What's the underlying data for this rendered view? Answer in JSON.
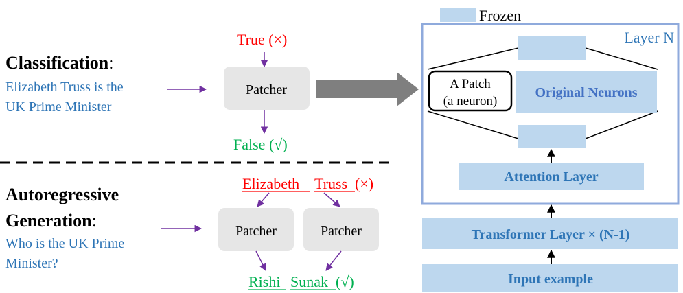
{
  "legend": {
    "label": "Frozen",
    "swatch_color": "#bdd7ee"
  },
  "colors": {
    "arrow": "#7030a0",
    "red": "#ff0000",
    "green": "#00b050",
    "blue_text": "#2e75b6",
    "box_blue": "#bdd7ee",
    "box_border": "#8faadc",
    "patcher_fill": "#e6e6e6",
    "big_arrow": "#7f7f7f",
    "neuron_text": "#4472c4"
  },
  "classification": {
    "title": "Classification",
    "colon": ":",
    "input_line1": "Elizabeth Truss is the",
    "input_line2": "UK Prime Minister",
    "patcher_label": "Patcher",
    "top_output": "True (×)",
    "bottom_output": "False (√)"
  },
  "generation": {
    "title_line1": "Autoregressive",
    "title_line2": "Generation",
    "colon": ":",
    "input_line1": "Who is the UK Prime",
    "input_line2": "Minister?",
    "patcher_left_label": "Patcher",
    "patcher_right_label": "Patcher",
    "top_word1": "Elizabeth",
    "top_word2": "Truss",
    "top_mark": "(×)",
    "bottom_word1": "Rishi",
    "bottom_word2": "Sunak",
    "bottom_mark": "(√)"
  },
  "layer": {
    "title": "Layer N",
    "patch_line1": "A Patch",
    "patch_line2": "(a neuron)",
    "original_neurons": "Original Neurons",
    "attention": "Attention Layer",
    "transformer": "Transformer Layer × (N-1)",
    "input": "Input example"
  }
}
